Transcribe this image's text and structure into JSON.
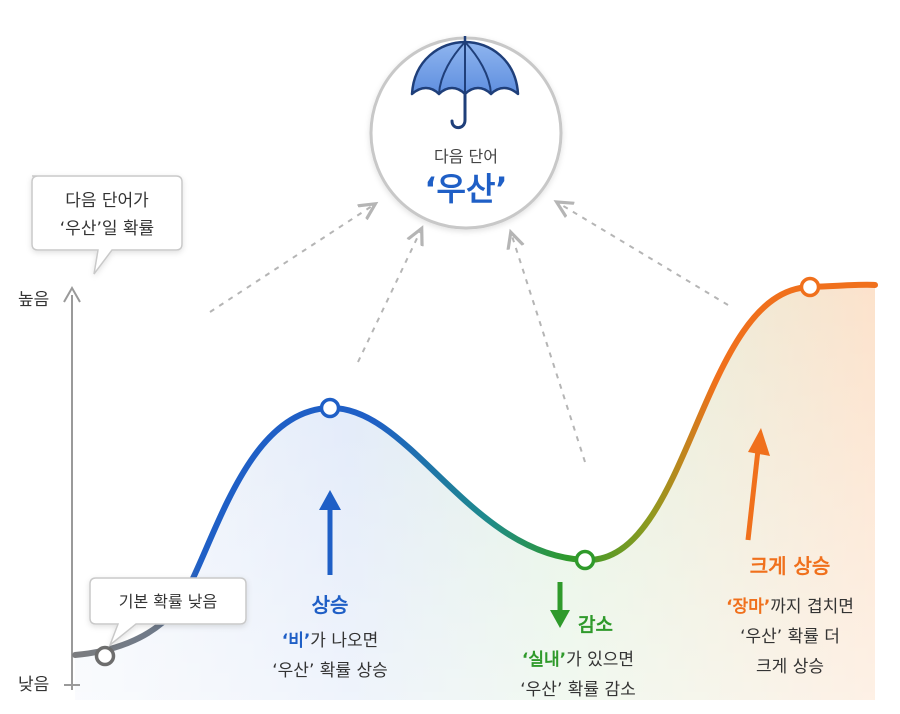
{
  "axis": {
    "high": "높음",
    "low": "낮음",
    "callout_line1": "다음 단어가",
    "callout_line2": "‘우산’일 확률"
  },
  "target": {
    "label": "다음 단어",
    "word": "‘우산’",
    "icon": "umbrella-icon"
  },
  "base": {
    "label": "기본 확률 낮음"
  },
  "stages": [
    {
      "title": "상승",
      "keyword": "‘비’",
      "rest": "가 나오면",
      "line2": "‘우산’ 확률 상승",
      "color": "#1f5fc6",
      "direction": "up"
    },
    {
      "title": "감소",
      "keyword": "‘실내’",
      "rest": "가 있으면",
      "line2": "‘우산’ 확률 감소",
      "color": "#2f9a2b",
      "direction": "down"
    },
    {
      "title": "크게 상승",
      "keyword": "‘장마’",
      "rest": "까지 겹치면",
      "line2": "‘우산’ 확률 더",
      "line3": "크게 상승",
      "color": "#f0701c",
      "direction": "up"
    }
  ],
  "colors": {
    "blue": "#1f5fc6",
    "green": "#2f9a2b",
    "orange": "#f0701c",
    "gray": "#7a7a7a"
  }
}
